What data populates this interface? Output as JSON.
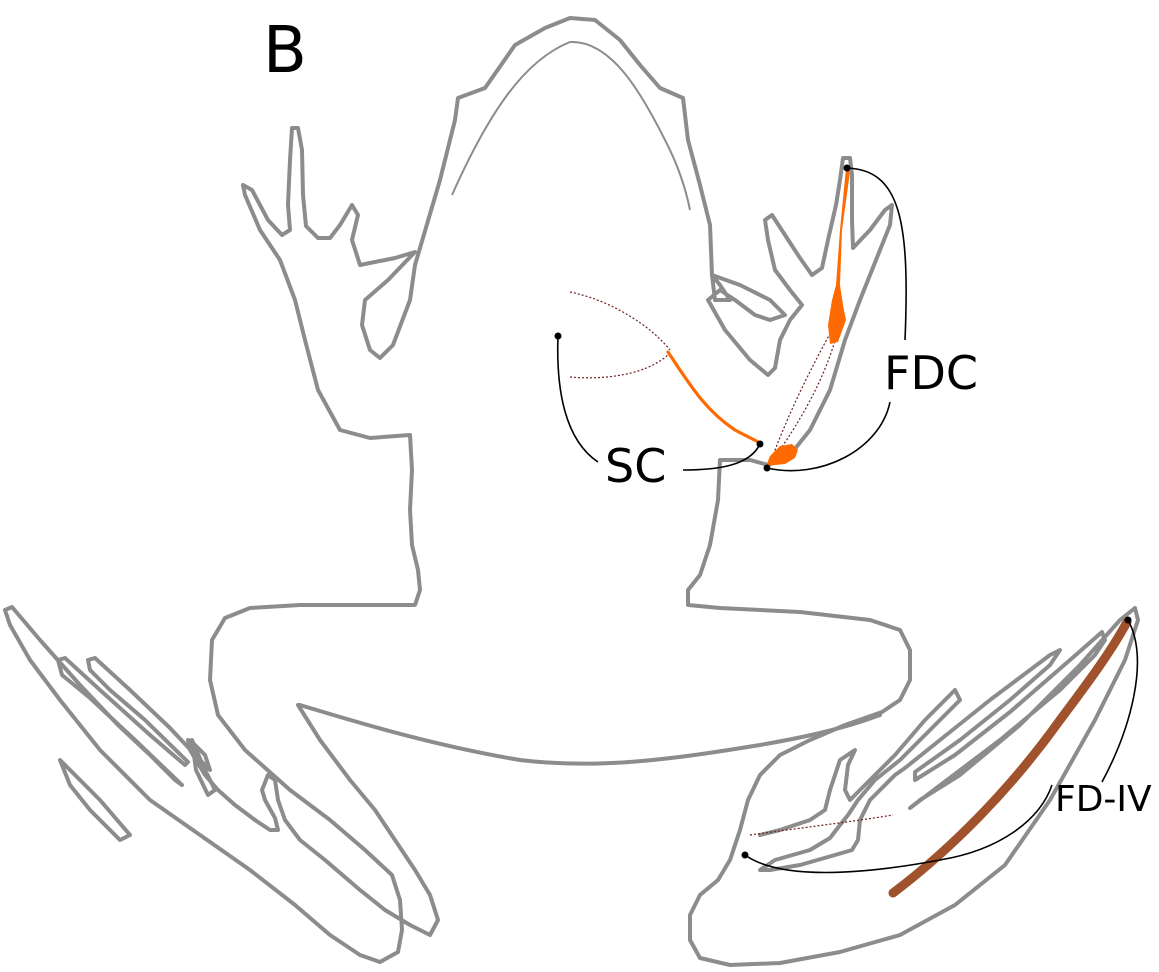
{
  "figure": {
    "panel_label": "B",
    "labels": {
      "sc": "SC",
      "fdc": "FDC",
      "fd_iv": "FD-IV"
    }
  },
  "colors": {
    "outline": "#8c8c8c",
    "sc_muscle": "#ff6a00",
    "fdc_muscle": "#ff6a00",
    "fd_iv_muscle": "#a0522d",
    "dotted_path": "#6b1f1f",
    "leader": "#000000"
  }
}
